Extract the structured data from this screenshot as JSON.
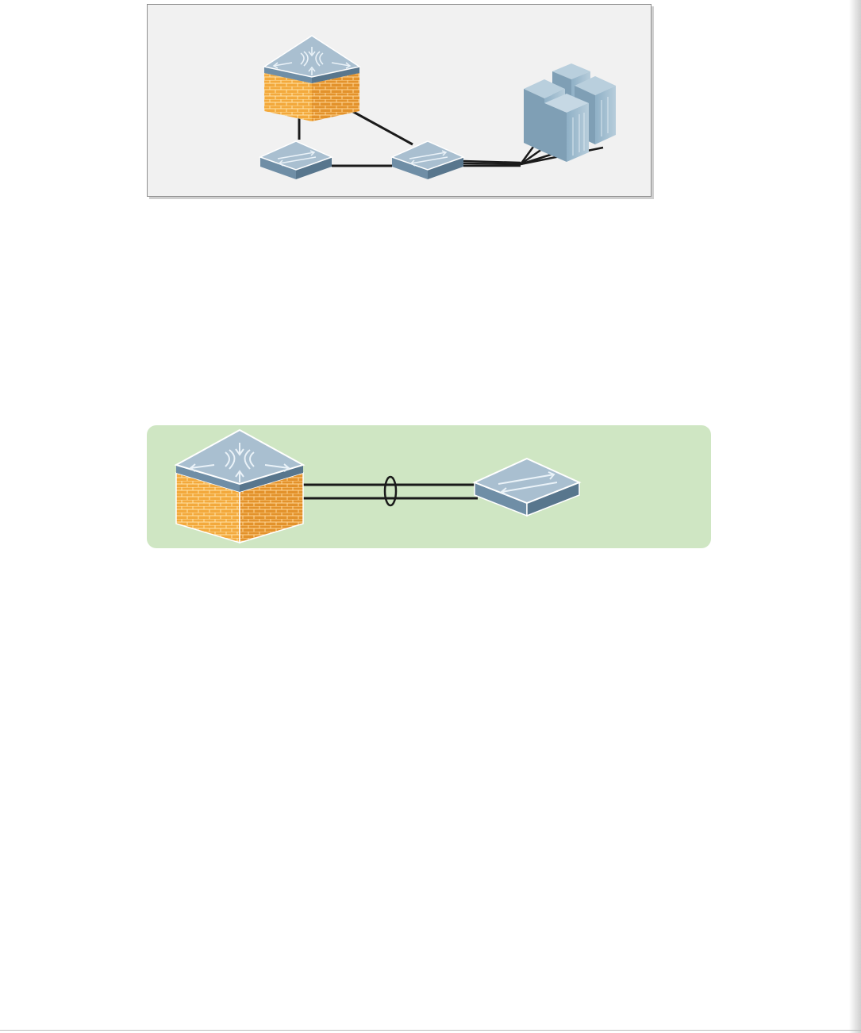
{
  "diagram_top": {
    "nodes": [
      {
        "id": "core",
        "kind": "firewall-switch"
      },
      {
        "id": "access-left",
        "kind": "switch"
      },
      {
        "id": "access-right",
        "kind": "switch"
      },
      {
        "id": "servers",
        "kind": "server-cluster"
      }
    ],
    "links": [
      {
        "from": "core",
        "to": "access-left"
      },
      {
        "from": "core",
        "to": "access-right"
      },
      {
        "from": "access-left",
        "to": "access-right"
      },
      {
        "from": "access-right",
        "to": "servers",
        "bundle": true
      }
    ]
  },
  "diagram_bottom": {
    "nodes": [
      {
        "id": "core",
        "kind": "firewall-switch"
      },
      {
        "id": "access",
        "kind": "switch"
      }
    ],
    "links": [
      {
        "from": "core",
        "to": "access",
        "aggregated": true,
        "member_links": 2
      }
    ]
  },
  "colors": {
    "panel_top_bg": "#f1f1f1",
    "panel_bottom_bg": "#cfe6c3",
    "device_top": "#9fb4c6",
    "device_side_dark": "#6d8aa0",
    "brick": "#f1a640",
    "link": "#1a1a1a"
  }
}
